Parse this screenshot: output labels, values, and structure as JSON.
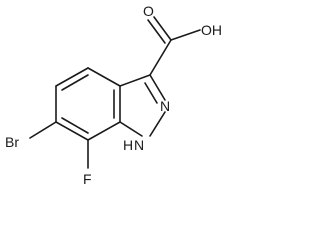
{
  "molecule": {
    "atoms": {
      "carboxyl_oxygen_double": "O",
      "carboxyl_hydroxyl": "OH",
      "ring_nitrogen_2": "N",
      "ring_nitrogen_1": "N",
      "ring_nitrogen_1_hydrogen": "H",
      "bromine": "Br",
      "fluorine": "F"
    }
  }
}
